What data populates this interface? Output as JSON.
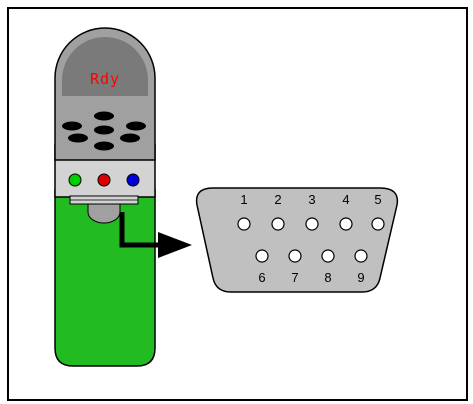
{
  "device": {
    "display_text": "Rdy",
    "colors": {
      "body_gray": "#a0a0a0",
      "display_bg": "#7a7a7a",
      "display_text": "#ff0000",
      "buttons": "#000000",
      "panel": "#d3d3d3",
      "body_green": "#22bb22",
      "led_green": "#00cc00",
      "led_red": "#dd0000",
      "led_blue": "#0000dd"
    },
    "buttons": [
      "button-1",
      "button-2",
      "button-3",
      "button-4",
      "button-5",
      "button-6"
    ],
    "leds": [
      "green",
      "red",
      "blue"
    ]
  },
  "connector": {
    "top_pins": [
      "1",
      "2",
      "3",
      "4",
      "5"
    ],
    "bottom_pins": [
      "6",
      "7",
      "8",
      "9"
    ],
    "fill": "#c0c0c0"
  },
  "arrow": {
    "color": "#000000"
  }
}
